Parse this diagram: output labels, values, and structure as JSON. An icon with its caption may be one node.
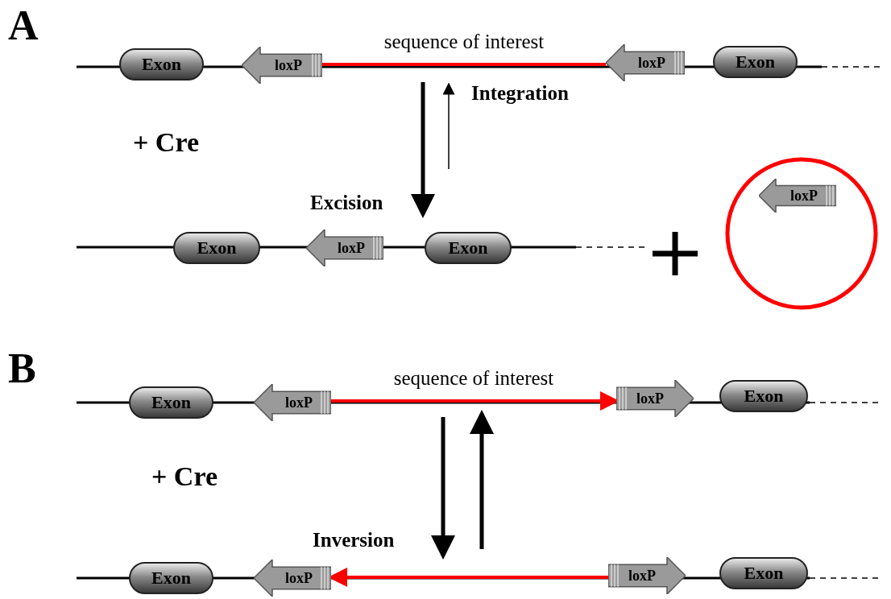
{
  "diagram": {
    "nodes": [
      {
        "text": [
          "Exon"
        ]
      },
      {
        "text": [
          "loxP"
        ]
      },
      {
        "text": [
          "loxP"
        ]
      },
      {
        "text": [
          "Exon"
        ]
      },
      {
        "text": [
          "Exon"
        ]
      },
      {
        "text": [
          "loxP"
        ]
      },
      {
        "text": [
          "Exon"
        ]
      },
      {
        "text": [
          "loxP"
        ]
      },
      {
        "text": [
          "Exon"
        ]
      },
      {
        "text": [
          "loxP"
        ]
      },
      {
        "text": [
          "loxP"
        ]
      },
      {
        "text": [
          "Exon"
        ]
      },
      {
        "text": [
          "Exon"
        ]
      },
      {
        "text": [
          "loxP"
        ]
      },
      {
        "text": [
          "loxP"
        ]
      },
      {
        "text": [
          "Exon"
        ]
      }
    ],
    "edges": [
      {
        "from": 1,
        "to": 2,
        "arrow": "none",
        "label": "sequence of interest",
        "color": "#ff0000"
      },
      {
        "from": 9,
        "to": 10,
        "arrow": "to",
        "label": "sequence of interest",
        "color": "#ff0000"
      },
      {
        "from": 14,
        "to": 13,
        "arrow": "to",
        "color": "#ff0000"
      }
    ],
    "labels": [
      "A",
      "Integration",
      "+ Cre",
      "Excision",
      "B",
      "+ Cre",
      "Inversion"
    ]
  }
}
